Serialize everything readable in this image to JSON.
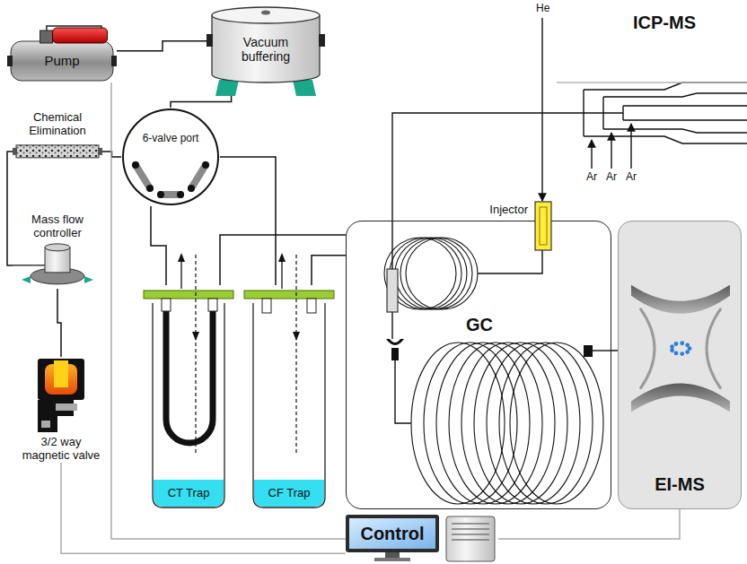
{
  "diagram": {
    "nodes": [
      {
        "text": [
          "Pump"
        ]
      },
      {
        "text": [
          "Vacuum buffering"
        ]
      },
      {
        "text": [
          "6-valve port"
        ]
      },
      {
        "text": [
          "Chemical Elimination"
        ]
      },
      {
        "text": [
          "Mass flow controller"
        ]
      },
      {
        "text": [
          "CT Trap"
        ]
      },
      {
        "text": [
          "CF Trap"
        ]
      },
      {
        "text": [
          "GC"
        ]
      },
      {
        "text": [
          "Injector"
        ],
        "in": 7
      },
      {
        "text": [
          "EI-MS"
        ]
      },
      {
        "text": [
          "3/2 way magnetic valve"
        ]
      },
      {
        "text": [
          "Control"
        ]
      }
    ],
    "edges": [
      {
        "from": 0,
        "to": 1,
        "arrow": "none"
      },
      {
        "from": 1,
        "to": 2,
        "arrow": "none"
      },
      {
        "from": 2,
        "to": 3,
        "arrow": "none"
      },
      {
        "from": 3,
        "to": 4,
        "arrow": "none"
      },
      {
        "from": 4,
        "to": 10,
        "arrow": "none"
      },
      {
        "from": 2,
        "to": 5,
        "arrow": "none"
      },
      {
        "from": 2,
        "to": 6,
        "arrow": "none"
      },
      {
        "from": 5,
        "to": 7,
        "arrow": "none"
      },
      {
        "from": 6,
        "to": 7,
        "arrow": "none"
      },
      {
        "from": 7,
        "to": 9,
        "arrow": "none"
      },
      {
        "from": 11,
        "to": 0,
        "arrow": "none"
      },
      {
        "from": 11,
        "to": 10,
        "arrow": "none"
      },
      {
        "from": 11,
        "to": 9,
        "arrow": "none"
      }
    ],
    "labels": [
      "ICP-MS",
      "He",
      "Ar",
      "Ar",
      "Ar"
    ]
  }
}
